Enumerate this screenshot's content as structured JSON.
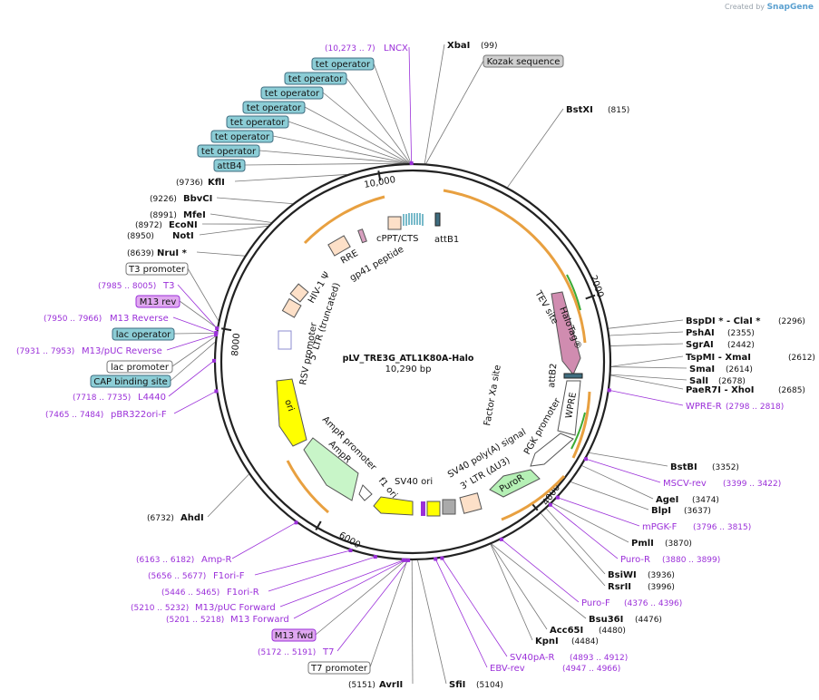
{
  "branding": {
    "prefix": "Created by",
    "name": "SnapGene"
  },
  "plasmid": {
    "name": "pLV_TRE3G_ATL1K80A-Halo",
    "size": "10,290 bp",
    "length_bp": 10290
  },
  "colors": {
    "enzyme": "#111111",
    "primer": "#9b30d9",
    "ring": "#222222",
    "orange": "#e8a040",
    "green": "#3aaa35"
  },
  "ticks": [
    {
      "bp": 10000,
      "label": "10,000"
    },
    {
      "bp": 2000,
      "label": "2000"
    },
    {
      "bp": 4000,
      "label": "4000"
    },
    {
      "bp": 6000,
      "label": "6000"
    },
    {
      "bp": 8000,
      "label": "8000"
    }
  ],
  "enzymes": [
    {
      "name": "XbaI",
      "pos": "(99)"
    },
    {
      "name": "BstXI",
      "pos": "(815)"
    },
    {
      "name": "BspDI * - ClaI *",
      "pos": "(2296)"
    },
    {
      "name": "PshAI",
      "pos": "(2355)"
    },
    {
      "name": "SgrAI",
      "pos": "(2442)"
    },
    {
      "name": "TspMI - XmaI",
      "pos": "(2612)"
    },
    {
      "name": "SmaI",
      "pos": "(2614)"
    },
    {
      "name": "SalI",
      "pos": "(2678)"
    },
    {
      "name": "PaeR7I - XhoI",
      "pos": "(2685)"
    },
    {
      "name": "BstBI",
      "pos": "(3352)"
    },
    {
      "name": "AgeI",
      "pos": "(3474)"
    },
    {
      "name": "BlpI",
      "pos": "(3637)"
    },
    {
      "name": "PmlI",
      "pos": "(3870)"
    },
    {
      "name": "BsiWI",
      "pos": "(3936)"
    },
    {
      "name": "RsrII",
      "pos": "(3996)"
    },
    {
      "name": "Bsu36I",
      "pos": "(4476)"
    },
    {
      "name": "Acc65I",
      "pos": "(4480)"
    },
    {
      "name": "KpnI",
      "pos": "(4484)"
    },
    {
      "name": "SfiI",
      "pos": "(5104)"
    },
    {
      "name": "AvrII",
      "pos": "(5151)"
    },
    {
      "name": "AhdI",
      "pos": "(6732)"
    },
    {
      "name": "NruI *",
      "pos": "(8639)"
    },
    {
      "name": "NotI",
      "pos": "(8950)"
    },
    {
      "name": "EcoNI",
      "pos": "(8972)"
    },
    {
      "name": "MfeI",
      "pos": "(8991)"
    },
    {
      "name": "BbvCI",
      "pos": "(9226)"
    },
    {
      "name": "KflI",
      "pos": "(9736)"
    }
  ],
  "primers": [
    {
      "name": "LNCX",
      "range": "(10,273 .. 7)"
    },
    {
      "name": "WPRE-R",
      "range": "(2798 .. 2818)"
    },
    {
      "name": "MSCV-rev",
      "range": "(3399 .. 3422)"
    },
    {
      "name": "mPGK-F",
      "range": "(3796 .. 3815)"
    },
    {
      "name": "Puro-R",
      "range": "(3880 .. 3899)"
    },
    {
      "name": "Puro-F",
      "range": "(4376 .. 4396)"
    },
    {
      "name": "SV40pA-R",
      "range": "(4893 .. 4912)"
    },
    {
      "name": "EBV-rev",
      "range": "(4947 .. 4966)"
    },
    {
      "name": "T7",
      "range": "(5172 .. 5191)"
    },
    {
      "name": "M13 Forward",
      "range": "(5201 .. 5218)"
    },
    {
      "name": "M13/pUC Forward",
      "range": "(5210 .. 5232)"
    },
    {
      "name": "F1ori-R",
      "range": "(5446 .. 5465)"
    },
    {
      "name": "F1ori-F",
      "range": "(5656 .. 5677)"
    },
    {
      "name": "Amp-R",
      "range": "(6163 .. 6182)"
    },
    {
      "name": "pBR322ori-F",
      "range": "(7465 .. 7484)"
    },
    {
      "name": "L4440",
      "range": "(7718 .. 7735)"
    },
    {
      "name": "M13/pUC Reverse",
      "range": "(7931 .. 7953)"
    },
    {
      "name": "M13 Reverse",
      "range": "(7950 .. 7966)"
    },
    {
      "name": "T3",
      "range": "(7985 .. 8005)"
    }
  ],
  "boxed_features": [
    {
      "label": "Kozak sequence",
      "kind": "gray"
    },
    {
      "label": "tet operator",
      "kind": "teal"
    },
    {
      "label": "tet operator",
      "kind": "teal"
    },
    {
      "label": "tet operator",
      "kind": "teal"
    },
    {
      "label": "tet operator",
      "kind": "teal"
    },
    {
      "label": "tet operator",
      "kind": "teal"
    },
    {
      "label": "tet operator",
      "kind": "teal"
    },
    {
      "label": "tet operator",
      "kind": "teal"
    },
    {
      "label": "attB4",
      "kind": "teal"
    },
    {
      "label": "T3 promoter",
      "kind": "white"
    },
    {
      "label": "M13 rev",
      "kind": "violet"
    },
    {
      "label": "lac operator",
      "kind": "teal"
    },
    {
      "label": "lac promoter",
      "kind": "white"
    },
    {
      "label": "CAP binding site",
      "kind": "teal"
    },
    {
      "label": "M13 fwd",
      "kind": "violet"
    },
    {
      "label": "T7 promoter",
      "kind": "white"
    }
  ],
  "inner_features": [
    {
      "label": "cPPT/CTS"
    },
    {
      "label": "attB1"
    },
    {
      "label": "RRE"
    },
    {
      "label": "gp41 peptide"
    },
    {
      "label": "HIV-1 Ψ"
    },
    {
      "label": "5' LTR (truncated)"
    },
    {
      "label": "RSV promoter"
    },
    {
      "label": "TEV site"
    },
    {
      "label": "HaloTag®"
    },
    {
      "label": "attB2"
    },
    {
      "label": "Factor Xa site"
    },
    {
      "label": "WPRE"
    },
    {
      "label": "PGK promoter"
    },
    {
      "label": "SV40 poly(A) signal"
    },
    {
      "label": "3' LTR (ΔU3)"
    },
    {
      "label": "PuroR"
    },
    {
      "label": "SV40 ori"
    },
    {
      "label": "f1 ori"
    },
    {
      "label": "AmpR promoter"
    },
    {
      "label": "AmpR"
    },
    {
      "label": "ori"
    }
  ]
}
